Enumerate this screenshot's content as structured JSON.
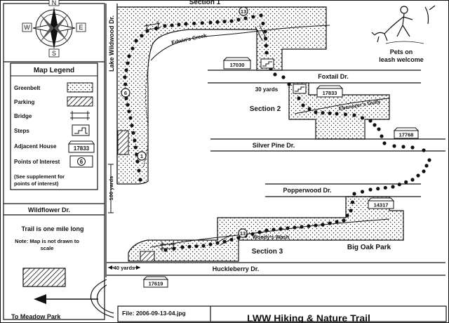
{
  "compass": {
    "n": "N",
    "s": "S",
    "e": "E",
    "w": "W"
  },
  "legend": {
    "title": "Map Legend",
    "items": [
      {
        "label": "Greenbelt"
      },
      {
        "label": "Parking"
      },
      {
        "label": "Bridge"
      },
      {
        "label": "Steps"
      },
      {
        "label": "Adjacent House",
        "symbol": "17833"
      },
      {
        "label": "Points of Interest",
        "symbol": "6"
      }
    ],
    "note_lines": [
      "(See supplement for",
      "points of interest)"
    ]
  },
  "streets": {
    "lake_wildwood": "Lake Wildwood Dr.",
    "foxtail": "Foxtail Dr.",
    "silver_pine": "Silver Pine Dr.",
    "popperwood": "Popperwood Dr.",
    "wildflower": "Wildflower Dr.",
    "huckleberry": "Huckleberry Dr."
  },
  "sections": {
    "s1": "Section 1",
    "s2": "Section 2",
    "s3": "Section 3"
  },
  "creeks": {
    "edwins": "Edwin's Creek",
    "ebenezers": "Ebenezer's Gully",
    "woodys": "Woody's Wash"
  },
  "places": {
    "big_oak": "Big Oak Park"
  },
  "houses": {
    "h17030": "17030",
    "h17833": "17833",
    "h17768": "17768",
    "h14317": "14317",
    "h17619": "17619"
  },
  "poi": {
    "p13a": "13",
    "p6": "6",
    "p1": "1",
    "p13b": "13"
  },
  "measures": {
    "yards30": "30 yards",
    "yards100": "100 yards",
    "yards40": "40 yards"
  },
  "pets": [
    "Pets on",
    "leash welcome"
  ],
  "info": {
    "trail_length": "Trail is one mile long",
    "note_lines": [
      "Note: Map is not drawn to",
      "scale"
    ],
    "meadow": "To Meadow Park"
  },
  "footer": {
    "file": "File: 2006-09-13-04.jpg",
    "title": "LWW Hiking & Nature Trail"
  },
  "colors": {
    "ink": "#111111",
    "greenbelt": "#ffffff"
  }
}
